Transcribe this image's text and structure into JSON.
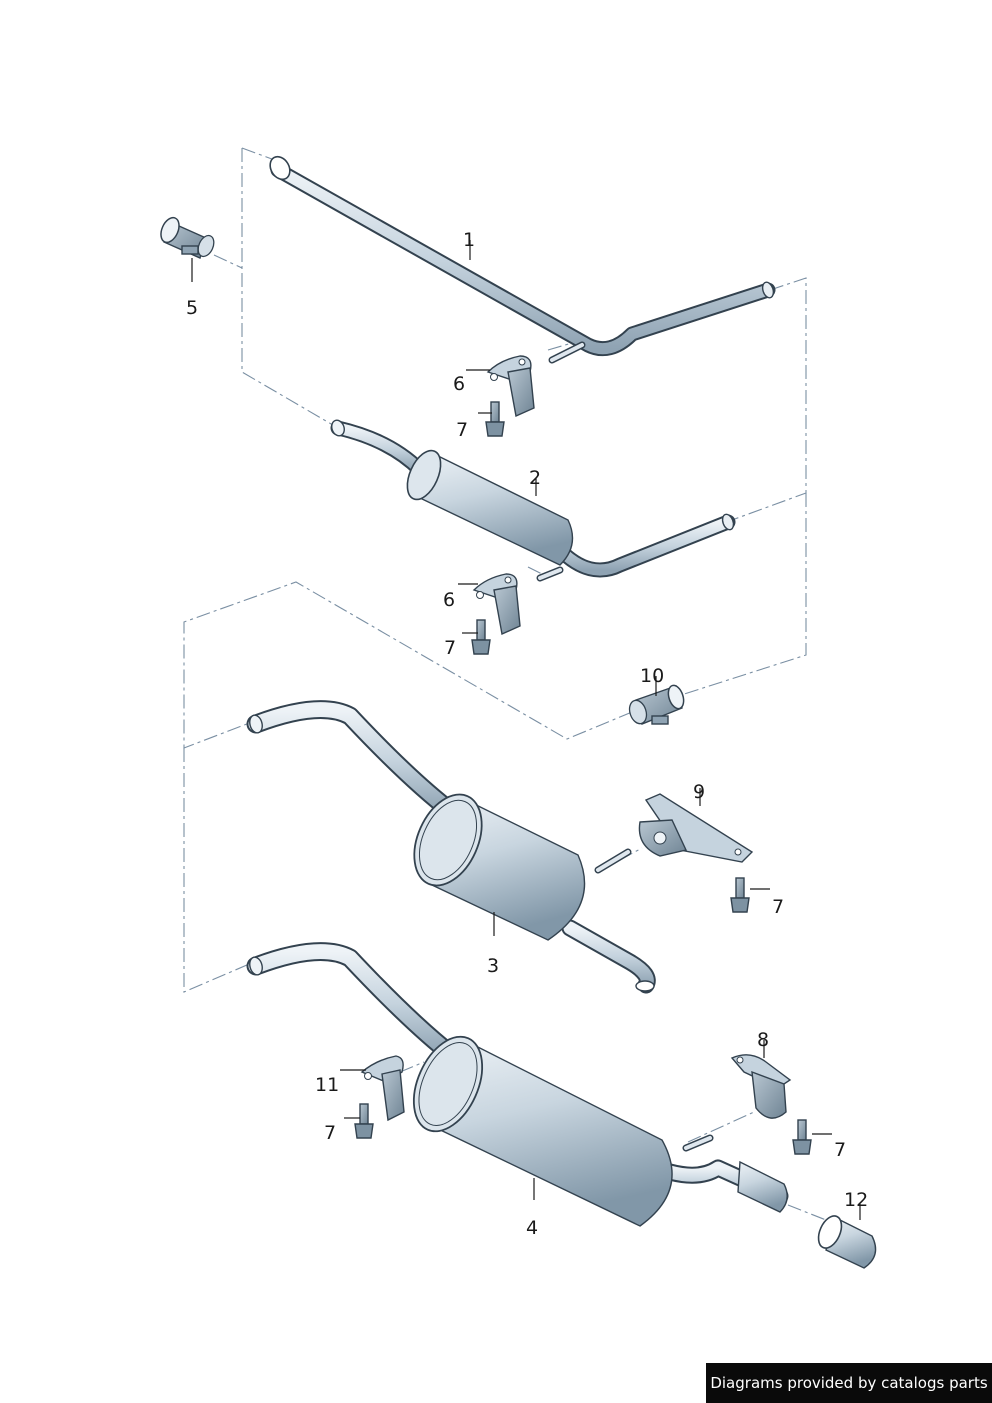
{
  "callouts": {
    "p1": "1",
    "p2": "2",
    "p3": "3",
    "p4": "4",
    "p5": "5",
    "p6a": "6",
    "p6b": "6",
    "p7a": "7",
    "p7b": "7",
    "p7c": "7",
    "p7d": "7",
    "p7e": "7",
    "p8": "8",
    "p9": "9",
    "p10": "10",
    "p11": "11",
    "p12": "12"
  },
  "footer": {
    "credit": "Diagrams provided by catalogs parts"
  },
  "colors": {
    "part_fill": "#cfdce6",
    "part_shade": "#8fa3b3",
    "outline": "#33424f",
    "dash_line": "#7a8fa3"
  }
}
